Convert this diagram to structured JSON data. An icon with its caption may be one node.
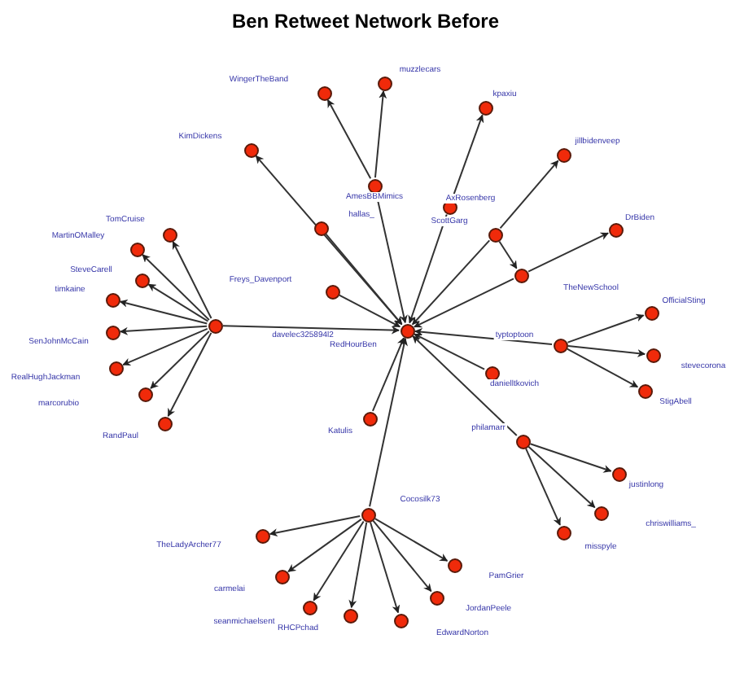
{
  "diagram": {
    "title": "Ben Retweet Network Before",
    "nodes": [
      {
        "text": [],
        "shape": "circle"
      },
      {
        "text": [],
        "shape": "circle"
      },
      {
        "text": [],
        "shape": "circle"
      },
      {
        "text": [],
        "shape": "circle"
      },
      {
        "text": [],
        "shape": "circle"
      },
      {
        "text": [],
        "shape": "circle"
      },
      {
        "text": [],
        "shape": "circle"
      },
      {
        "text": [],
        "shape": "circle"
      },
      {
        "text": [],
        "shape": "circle"
      },
      {
        "text": [],
        "shape": "circle"
      },
      {
        "text": [],
        "shape": "circle"
      },
      {
        "text": [],
        "shape": "circle"
      },
      {
        "text": [],
        "shape": "circle"
      },
      {
        "text": [],
        "shape": "circle"
      },
      {
        "text": [],
        "shape": "circle"
      },
      {
        "text": [],
        "shape": "circle"
      },
      {
        "text": [],
        "shape": "circle"
      },
      {
        "text": [],
        "shape": "circle"
      },
      {
        "text": [],
        "shape": "circle"
      },
      {
        "text": [],
        "shape": "circle"
      },
      {
        "text": [],
        "shape": "circle"
      },
      {
        "text": [],
        "shape": "circle"
      },
      {
        "text": [],
        "shape": "circle"
      },
      {
        "text": [],
        "shape": "circle"
      },
      {
        "text": [],
        "shape": "circle"
      },
      {
        "text": [],
        "shape": "circle"
      },
      {
        "text": [],
        "shape": "circle"
      },
      {
        "text": [],
        "shape": "circle"
      },
      {
        "text": [],
        "shape": "circle"
      },
      {
        "text": [],
        "shape": "circle"
      },
      {
        "text": [],
        "shape": "circle"
      },
      {
        "text": [],
        "shape": "circle"
      },
      {
        "text": [],
        "shape": "circle"
      },
      {
        "text": [],
        "shape": "circle"
      },
      {
        "text": [],
        "shape": "circle"
      },
      {
        "text": [],
        "shape": "circle"
      },
      {
        "text": [],
        "shape": "circle"
      },
      {
        "text": [],
        "shape": "circle"
      },
      {
        "text": [],
        "shape": "circle"
      },
      {
        "text": [],
        "shape": "circle"
      }
    ],
    "edges": [
      {
        "from": 1,
        "to": 0,
        "arrow": "both"
      },
      {
        "from": 2,
        "to": 0,
        "arrow": "to"
      },
      {
        "from": 5,
        "to": 0,
        "arrow": "to"
      },
      {
        "from": 7,
        "to": 0,
        "arrow": "to"
      },
      {
        "from": 9,
        "to": 0,
        "arrow": "to"
      },
      {
        "from": 11,
        "to": 0,
        "arrow": "to"
      },
      {
        "from": 12,
        "to": 0,
        "arrow": "to"
      },
      {
        "from": 13,
        "to": 0,
        "arrow": "to"
      },
      {
        "from": 22,
        "to": 0,
        "arrow": "to"
      },
      {
        "from": 26,
        "to": 0,
        "arrow": "to"
      },
      {
        "from": 27,
        "to": 0,
        "arrow": "to"
      },
      {
        "from": 31,
        "to": 0,
        "arrow": "to"
      },
      {
        "from": 32,
        "to": 0,
        "arrow": "to"
      },
      {
        "from": 2,
        "to": 3,
        "arrow": "to"
      },
      {
        "from": 2,
        "to": 4,
        "arrow": "to"
      },
      {
        "from": 5,
        "to": 6,
        "arrow": "to"
      },
      {
        "from": 7,
        "to": 8,
        "arrow": "to"
      },
      {
        "from": 7,
        "to": 9,
        "arrow": "to"
      },
      {
        "from": 9,
        "to": 10,
        "arrow": "to"
      },
      {
        "from": 13,
        "to": 14,
        "arrow": "to"
      },
      {
        "from": 13,
        "to": 15,
        "arrow": "to"
      },
      {
        "from": 13,
        "to": 16,
        "arrow": "to"
      },
      {
        "from": 13,
        "to": 17,
        "arrow": "to"
      },
      {
        "from": 13,
        "to": 18,
        "arrow": "to"
      },
      {
        "from": 13,
        "to": 19,
        "arrow": "to"
      },
      {
        "from": 13,
        "to": 20,
        "arrow": "to"
      },
      {
        "from": 13,
        "to": 21,
        "arrow": "to"
      },
      {
        "from": 22,
        "to": 23,
        "arrow": "to"
      },
      {
        "from": 22,
        "to": 24,
        "arrow": "to"
      },
      {
        "from": 22,
        "to": 25,
        "arrow": "to"
      },
      {
        "from": 27,
        "to": 28,
        "arrow": "to"
      },
      {
        "from": 27,
        "to": 29,
        "arrow": "to"
      },
      {
        "from": 27,
        "to": 30,
        "arrow": "to"
      },
      {
        "from": 32,
        "to": 33,
        "arrow": "to"
      },
      {
        "from": 32,
        "to": 34,
        "arrow": "to"
      },
      {
        "from": 32,
        "to": 35,
        "arrow": "to"
      },
      {
        "from": 32,
        "to": 36,
        "arrow": "to"
      },
      {
        "from": 32,
        "to": 37,
        "arrow": "to"
      },
      {
        "from": 32,
        "to": 38,
        "arrow": "to"
      },
      {
        "from": 32,
        "to": 39,
        "arrow": "to"
      }
    ],
    "labels": [
      "muzzlecars",
      "WingerTheBand",
      "kpaxiu",
      "KimDickens",
      "jillbidenveep",
      "AmesBBMimics",
      "AxRosenberg",
      "TomCruise",
      "hallas_",
      "ScottGarg",
      "DrBiden",
      "MartinOMalley",
      "SteveCarell",
      "timkaine",
      "Freys_Davenport",
      "TheNewSchool",
      "OfficialSting",
      "SenJohnMcCain",
      "davelec325894l2",
      "RedHourBen",
      "typtoptoon",
      "RealHughJackman",
      "danielltkovich",
      "stevecorona",
      "marcorubio",
      "StigAbell",
      "RandPaul",
      "Katulis",
      "philamarr",
      "justinlong",
      "Cocosilk73",
      "chriswilliams_",
      "TheLadyArcher77",
      "misspyle",
      "carmelai",
      "PamGrier",
      "JordanPeele",
      "seanmichaelsent",
      "RHCPchad",
      "EdwardNorton"
    ]
  }
}
